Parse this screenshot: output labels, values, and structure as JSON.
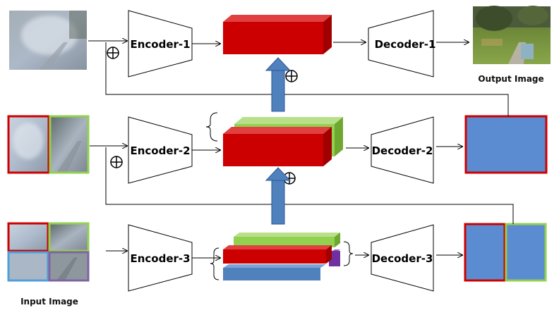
{
  "labels": {
    "encoder_1": "Encoder-1",
    "encoder_2": "Encoder-2",
    "encoder_3": "Encoder-3",
    "decoder_1": "Decoder-1",
    "decoder_2": "Decoder-2",
    "decoder_3": "Decoder-3",
    "output_image": "Output Image",
    "input_image": "Input Image"
  },
  "colors": {
    "red_block": "#cc0000",
    "green_block": "#92d050",
    "purple_block": "#7030a0",
    "blue_block": "#4f81bd",
    "blue_arrow": "#4f81bd",
    "fill_blue": "#5b8bd0",
    "red_border": "#cc0000",
    "green_border": "#92d050",
    "blue_border": "#4f9fd8",
    "purple_border": "#8064a2"
  }
}
